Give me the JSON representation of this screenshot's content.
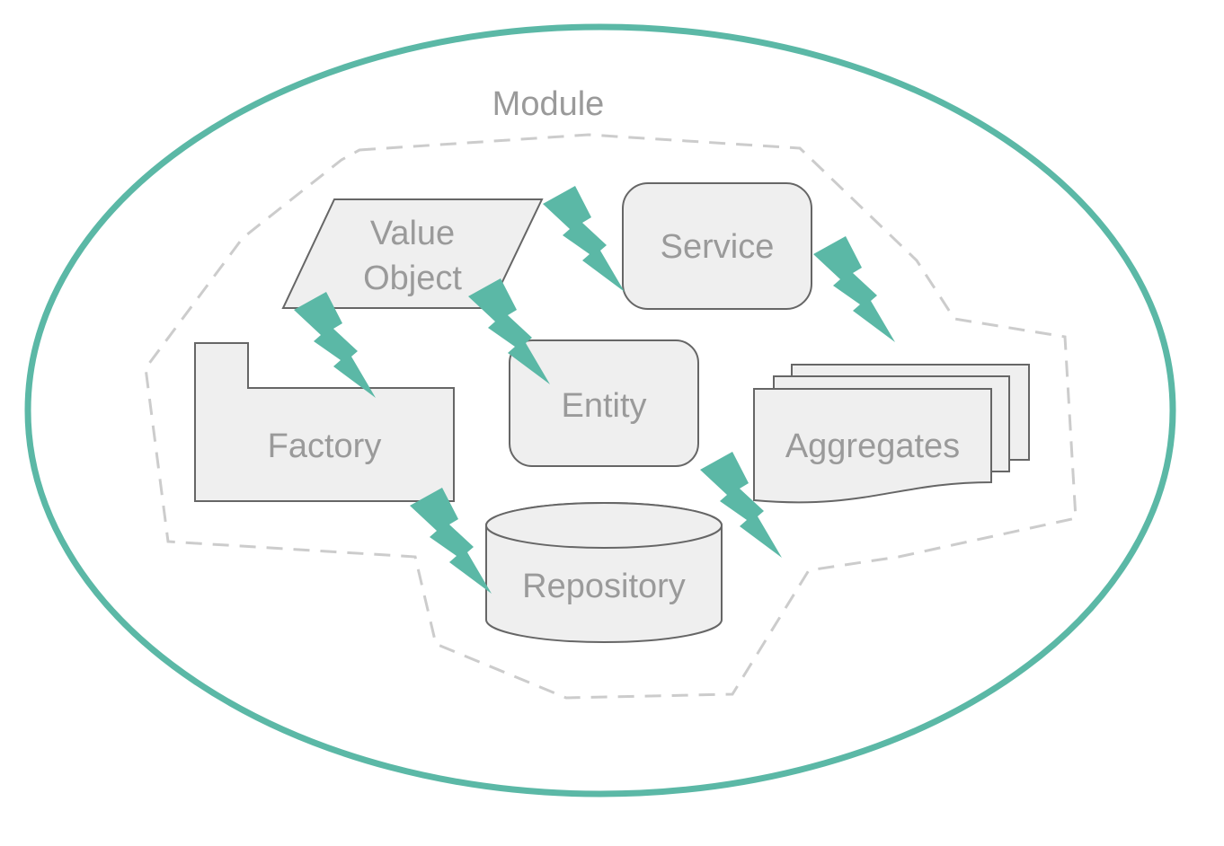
{
  "module": {
    "label": "Module"
  },
  "nodes": {
    "value_object": {
      "line1": "Value",
      "line2": "Object"
    },
    "service": "Service",
    "entity": "Entity",
    "factory": "Factory",
    "aggregates": "Aggregates",
    "repository": "Repository"
  },
  "connections": [
    {
      "from": "value_object",
      "to": "factory"
    },
    {
      "from": "value_object",
      "to": "entity"
    },
    {
      "from": "value_object",
      "to": "service"
    },
    {
      "from": "service",
      "to": "aggregates"
    },
    {
      "from": "factory",
      "to": "repository"
    },
    {
      "from": "entity",
      "to": "aggregates"
    }
  ],
  "colors": {
    "accent": "#5bb8a6",
    "shape_fill": "#efefef",
    "shape_stroke": "#666666",
    "text": "#9a9a9a",
    "boundary": "#cccccc"
  }
}
